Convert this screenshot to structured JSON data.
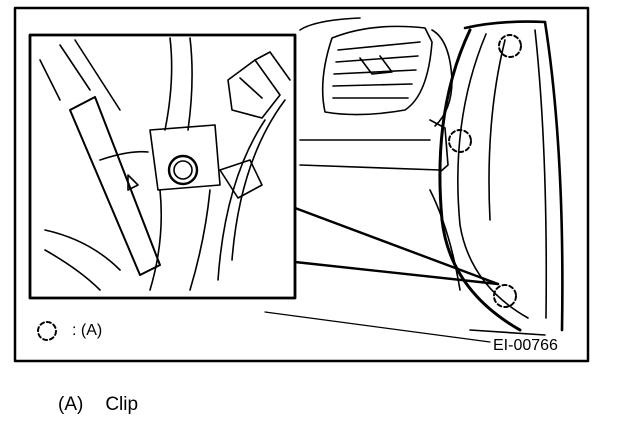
{
  "figure": {
    "legend_symbol_label": ": (A)",
    "figure_code": "EI-00766"
  },
  "caption": {
    "marker": "(A)",
    "term": "Clip"
  },
  "colors": {
    "line": "#000000",
    "background": "#ffffff"
  },
  "icons": {
    "clip_marker": "dashed-circle-icon"
  }
}
